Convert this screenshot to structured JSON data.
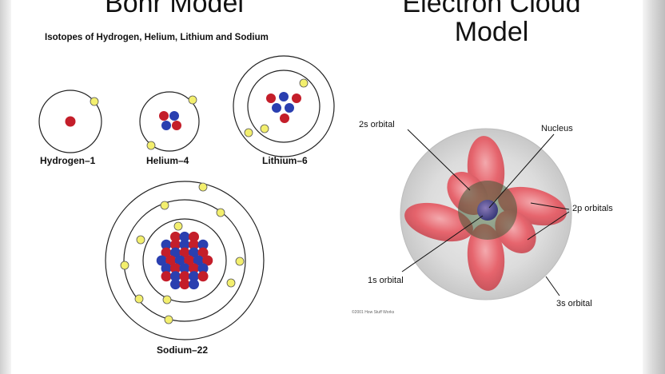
{
  "bohr": {
    "title": "Bohr Model",
    "subtitle": "Isotopes of Hydrogen, Helium, Lithium and Sodium",
    "atoms": [
      {
        "label": "Hydrogen–1"
      },
      {
        "label": "Helium–4"
      },
      {
        "label": "Lithium–6"
      },
      {
        "label": "Sodium–22"
      }
    ]
  },
  "cloud": {
    "title_line1": "Electron Cloud",
    "title_line2": "Model",
    "labels": {
      "s2": "2s orbital",
      "nucleus": "Nucleus",
      "p2": "2p orbitals",
      "s1": "1s orbital",
      "s3": "3s orbital"
    },
    "credit": "©2001 How Stuff Works"
  },
  "colors": {
    "proton": "#c41e2a",
    "neutron": "#2a3fb0",
    "electron": "#f3ef6e",
    "orbit": "#222222",
    "lobe": "#e8505a",
    "cloud": "#d4d4d4"
  }
}
